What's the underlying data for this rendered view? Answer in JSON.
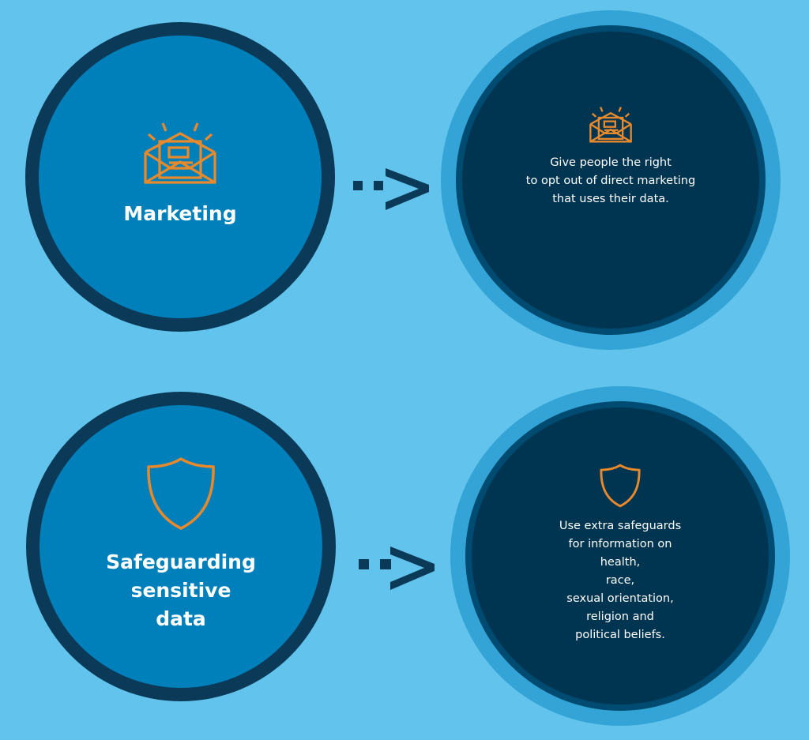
{
  "colors": {
    "background": "#62c4ec",
    "left_ring": "#0b3a59",
    "left_fill": "#0080bb",
    "right_outer": "#33a4d5",
    "right_ring": "#004b71",
    "right_fill": "#003552",
    "icon_orange": "#e8892c",
    "arrow": "#0b3a59",
    "text": "#ffffff"
  },
  "rows": [
    {
      "topic": {
        "icon": "envelope-letter-icon",
        "title": "Marketing"
      },
      "arrow": "dotted-arrow-right",
      "detail": {
        "icon": "envelope-letter-icon",
        "text": "Give people the right\nto opt out of direct marketing\nthat uses their data."
      }
    },
    {
      "topic": {
        "icon": "shield-icon",
        "title": "Safeguarding\nsensitive\ndata"
      },
      "arrow": "dotted-arrow-right",
      "detail": {
        "icon": "shield-icon",
        "text": "Use extra safeguards\nfor information on\nhealth,\nrace,\nsexual orientation,\nreligion and\npolitical beliefs."
      }
    }
  ]
}
